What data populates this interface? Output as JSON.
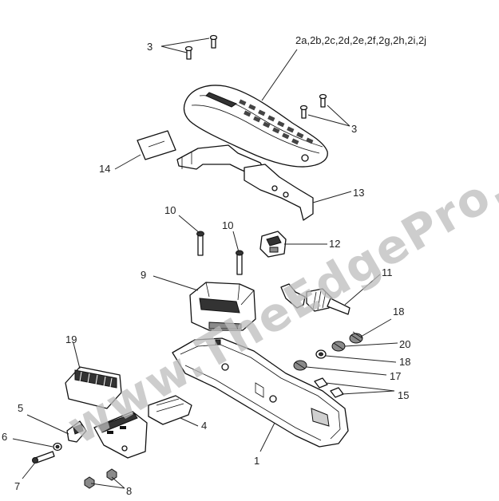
{
  "watermark": "www.TheEdgePro.com",
  "callouts": {
    "c1": "1",
    "c2": "2a,2b,2c,2d,2e,2f,2g,2h,2i,2j",
    "c3a": "3",
    "c3b": "3",
    "c4": "4",
    "c5": "5",
    "c6": "6",
    "c7": "7",
    "c8": "8",
    "c9": "9",
    "c10a": "10",
    "c10b": "10",
    "c11": "11",
    "c12": "12",
    "c13": "13",
    "c14": "14",
    "c15": "15",
    "c17": "17",
    "c18a": "18",
    "c18b": "18",
    "c19": "19",
    "c20": "20"
  }
}
